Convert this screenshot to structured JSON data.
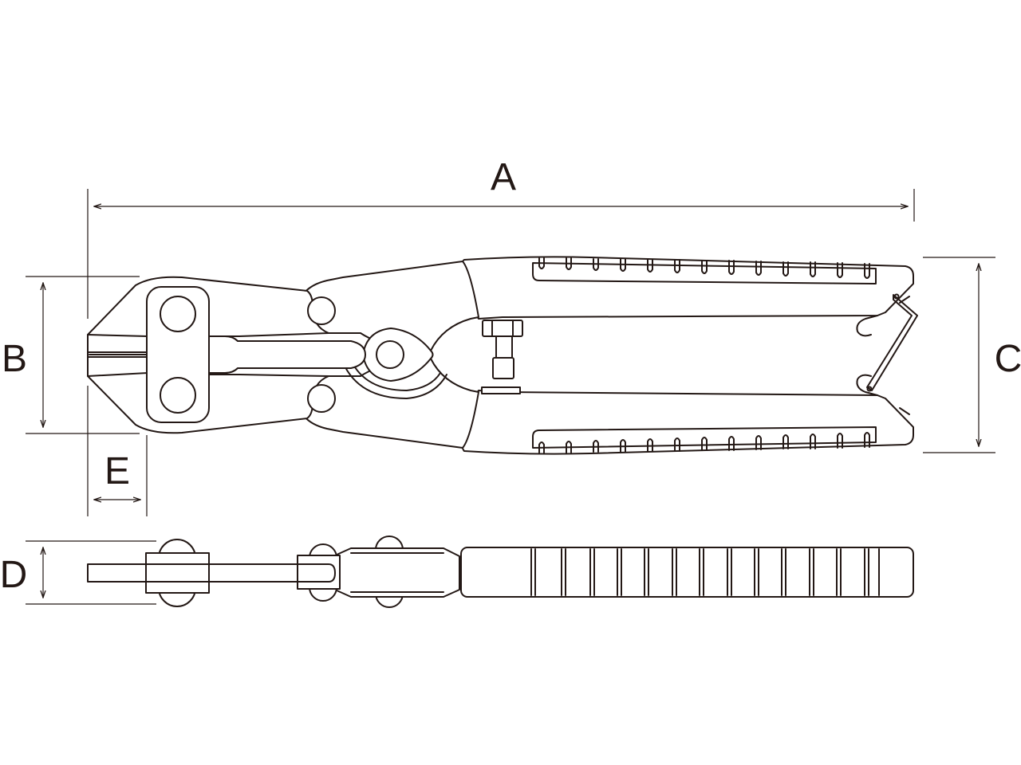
{
  "diagram": {
    "labels": {
      "a": "A",
      "b": "B",
      "c": "C",
      "d": "D",
      "e": "E"
    },
    "line_color": "#231815",
    "background": "#ffffff"
  }
}
